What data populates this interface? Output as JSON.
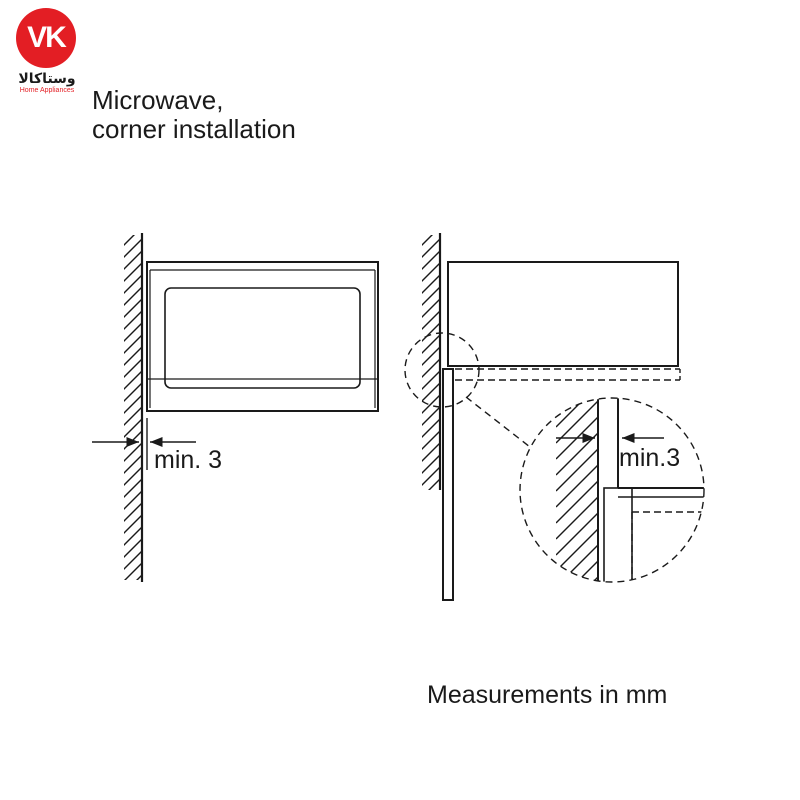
{
  "logo": {
    "monogram": "VK",
    "name": "وستاکالا",
    "tagline": "Home Appliances",
    "brand_color": "#e31e24"
  },
  "title": {
    "line1": "Microwave,",
    "line2": "corner installation"
  },
  "diagram": {
    "front_view_label": "min. 3",
    "detail_view_label": "min.3",
    "line_color": "#1a1a1a"
  },
  "footer_note": "Measurements in mm"
}
